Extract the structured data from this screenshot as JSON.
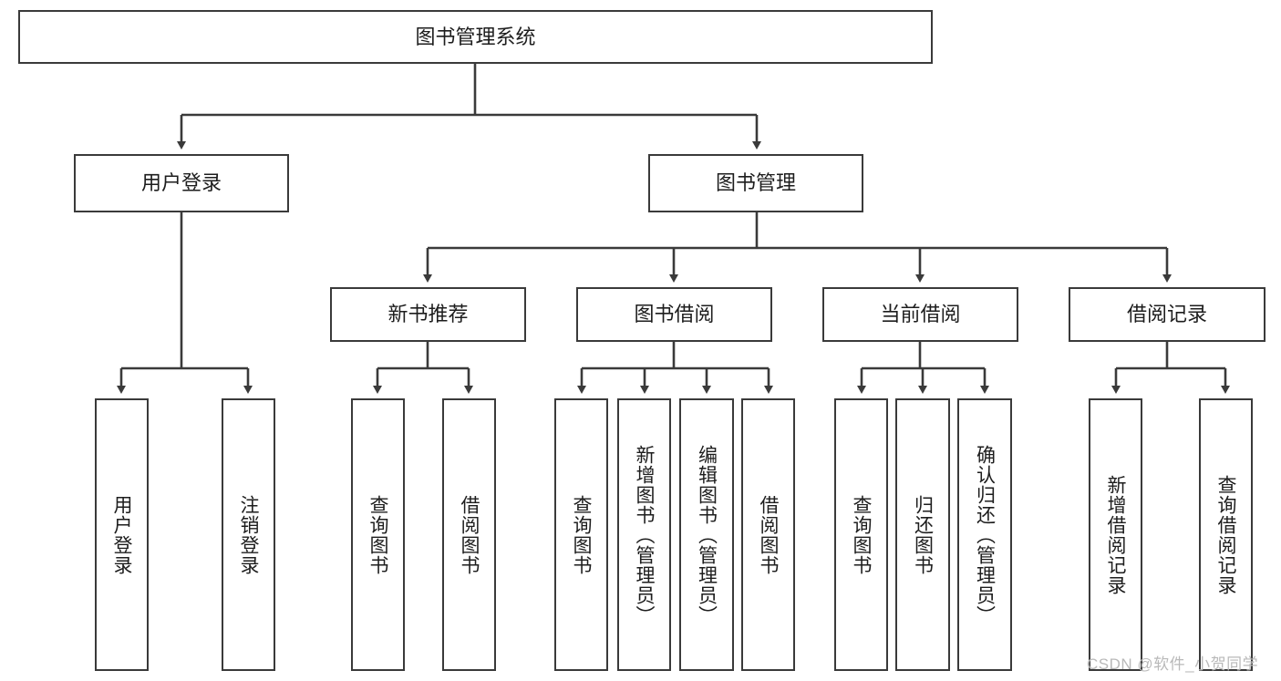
{
  "diagram": {
    "title": "图书管理系统",
    "type": "tree-hierarchy-diagram",
    "root": {
      "id": "root",
      "label": "图书管理系统"
    },
    "level2": [
      {
        "id": "user-login",
        "label": "用户登录"
      },
      {
        "id": "book-manage",
        "label": "图书管理"
      }
    ],
    "level3": [
      {
        "id": "new-book-rec",
        "label": "新书推荐",
        "parent": "book-manage"
      },
      {
        "id": "book-borrow",
        "label": "图书借阅",
        "parent": "book-manage"
      },
      {
        "id": "current-borrow",
        "label": "当前借阅",
        "parent": "book-manage"
      },
      {
        "id": "borrow-record",
        "label": "借阅记录",
        "parent": "book-manage"
      }
    ],
    "leaves": [
      {
        "id": "leaf-user-login",
        "label": "用户登录",
        "parent": "user-login"
      },
      {
        "id": "leaf-logout",
        "label": "注销登录",
        "parent": "user-login"
      },
      {
        "id": "leaf-query-book-1",
        "label": "查询图书",
        "parent": "new-book-rec"
      },
      {
        "id": "leaf-borrow-book-1",
        "label": "借阅图书",
        "parent": "new-book-rec"
      },
      {
        "id": "leaf-query-book-2",
        "label": "查询图书",
        "parent": "book-borrow"
      },
      {
        "id": "leaf-add-book",
        "label": "新增图书（管理员）",
        "parent": "book-borrow"
      },
      {
        "id": "leaf-edit-book",
        "label": "编辑图书（管理员）",
        "parent": "book-borrow"
      },
      {
        "id": "leaf-borrow-book-2",
        "label": "借阅图书",
        "parent": "book-borrow"
      },
      {
        "id": "leaf-query-book-3",
        "label": "查询图书",
        "parent": "current-borrow"
      },
      {
        "id": "leaf-return-book",
        "label": "归还图书",
        "parent": "current-borrow"
      },
      {
        "id": "leaf-confirm-return",
        "label": "确认归还（管理员）",
        "parent": "current-borrow"
      },
      {
        "id": "leaf-add-record",
        "label": "新增借阅记录",
        "parent": "borrow-record"
      },
      {
        "id": "leaf-query-record",
        "label": "查询借阅记录",
        "parent": "borrow-record"
      }
    ],
    "watermark": "CSDN @软件_小贺同学",
    "colors": {
      "stroke": "#3a3a3a",
      "fill": "#ffffff",
      "text": "#1d1d1d",
      "watermark": "#b9b9b9"
    }
  }
}
